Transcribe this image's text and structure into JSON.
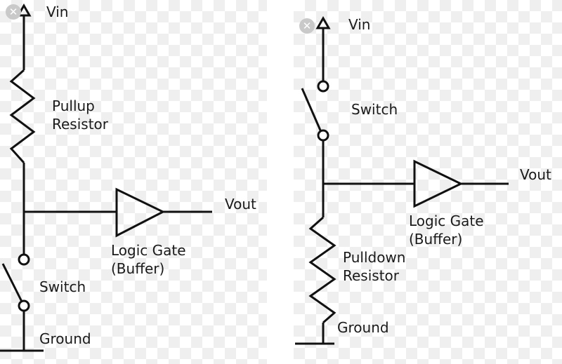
{
  "left_circuit": {
    "vin": "Vin",
    "resistor_line1": "Pullup",
    "resistor_line2": "Resistor",
    "vout": "Vout",
    "gate_line1": "Logic Gate",
    "gate_line2": "(Buffer)",
    "switch": "Switch",
    "ground": "Ground"
  },
  "right_circuit": {
    "vin": "Vin",
    "switch": "Switch",
    "vout": "Vout",
    "gate_line1": "Logic Gate",
    "gate_line2": "(Buffer)",
    "resistor_line1": "Pulldown",
    "resistor_line2": "Resistor",
    "ground": "Ground"
  },
  "close_glyph": "✕",
  "colors": {
    "wire": "#111111",
    "checker": "#efefef",
    "close_bg": "#c9c9c9"
  }
}
